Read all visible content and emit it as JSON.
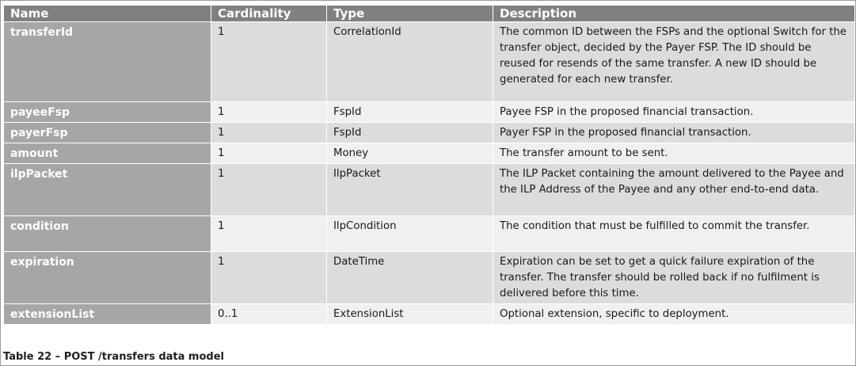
{
  "table": {
    "headers": [
      "Name",
      "Cardinality",
      "Type",
      "Description"
    ],
    "rows": [
      {
        "name": "transferId",
        "cardinality": "1",
        "type": "CorrelationId",
        "description": "The common ID between the FSPs and the optional Switch for the transfer object, decided by the Payer FSP. The ID should be reused for resends of the same transfer. A new ID should be generated for each new transfer."
      },
      {
        "name": "payeeFsp",
        "cardinality": "1",
        "type": "FspId",
        "description": "Payee FSP in the proposed financial transaction."
      },
      {
        "name": "payerFsp",
        "cardinality": "1",
        "type": "FspId",
        "description": "Payer FSP in the proposed financial transaction."
      },
      {
        "name": "amount",
        "cardinality": "1",
        "type": "Money",
        "description": "The transfer amount to be sent."
      },
      {
        "name": "ilpPacket",
        "cardinality": "1",
        "type": "IlpPacket",
        "description": "The ILP Packet containing the amount delivered to the Payee and the ILP Address of the Payee and any other end-to-end data."
      },
      {
        "name": "condition",
        "cardinality": "1",
        "type": "IlpCondition",
        "description": "The condition that must be fulfilled to commit the transfer."
      },
      {
        "name": "expiration",
        "cardinality": "1",
        "type": "DateTime",
        "description": "Expiration can be set to get a quick failure expiration of the transfer. The transfer should be rolled back if no fulfilment is delivered before this time."
      },
      {
        "name": "extensionList",
        "cardinality": "0..1",
        "type": "ExtensionList",
        "description": "Optional extension, specific to deployment."
      }
    ]
  },
  "caption": "Table 22 – POST /transfers data model"
}
